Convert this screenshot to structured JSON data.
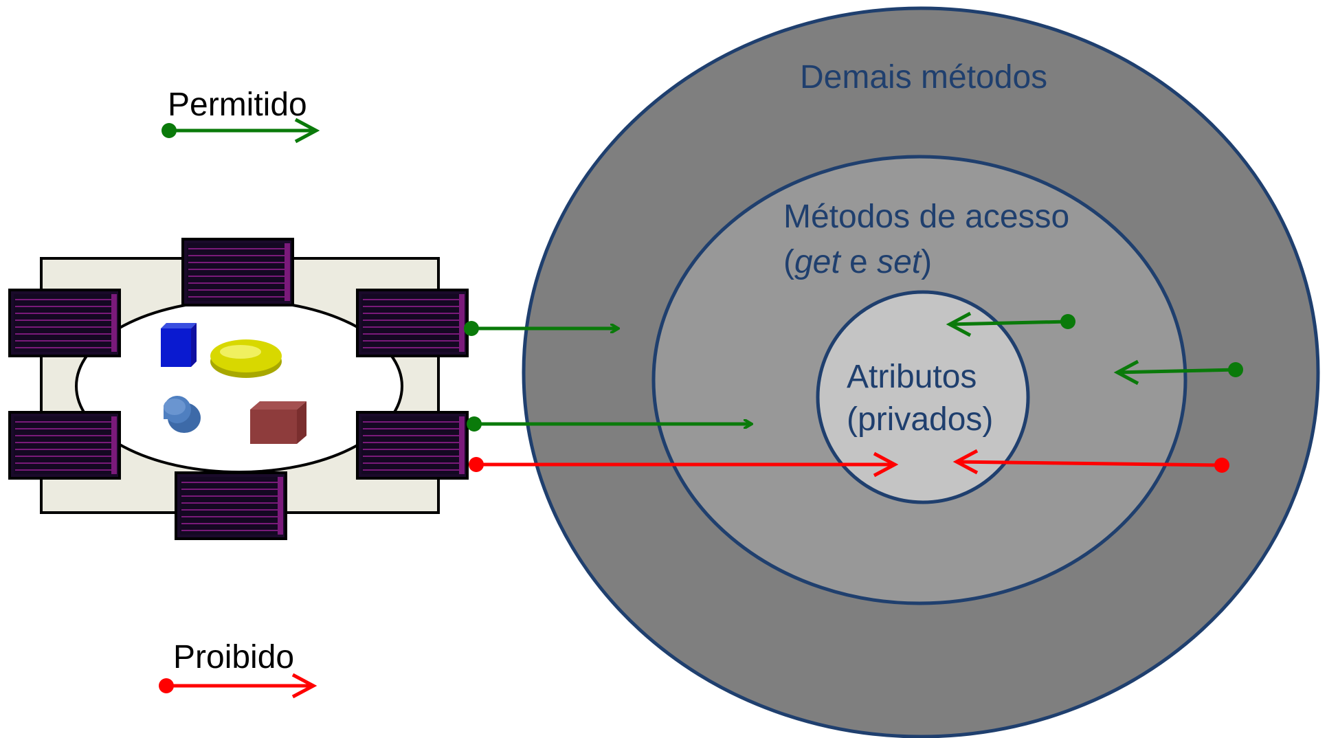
{
  "legend": {
    "permitted_label": "Permitido",
    "forbidden_label": "Proibido"
  },
  "rings": {
    "outer_label": "Demais métodos",
    "middle_label_line1": "Métodos de acesso",
    "middle_label_line2_open": "(",
    "middle_label_get": "get",
    "middle_label_e": " e ",
    "middle_label_set": "set",
    "middle_label_line2_close": ")",
    "inner_label_line1": "Atributos",
    "inner_label_line2": "(privados)"
  },
  "colors": {
    "permitted": "#0a7a0a",
    "forbidden": "#ff0000",
    "outer_ring": "#7f7f7f",
    "middle_ring": "#989898",
    "inner_ring": "#c4c4c4",
    "ring_stroke": "#1f3f6e",
    "text_blue": "#1f3f6e",
    "box_fill": "#ecebe0",
    "panel_dark": "#1a0a2a",
    "panel_stripe": "#7a1a7a"
  },
  "icons": [
    "blue-cube-icon",
    "yellow-ellipsoid-icon",
    "blue-cylinder-icon",
    "red-box-icon"
  ]
}
